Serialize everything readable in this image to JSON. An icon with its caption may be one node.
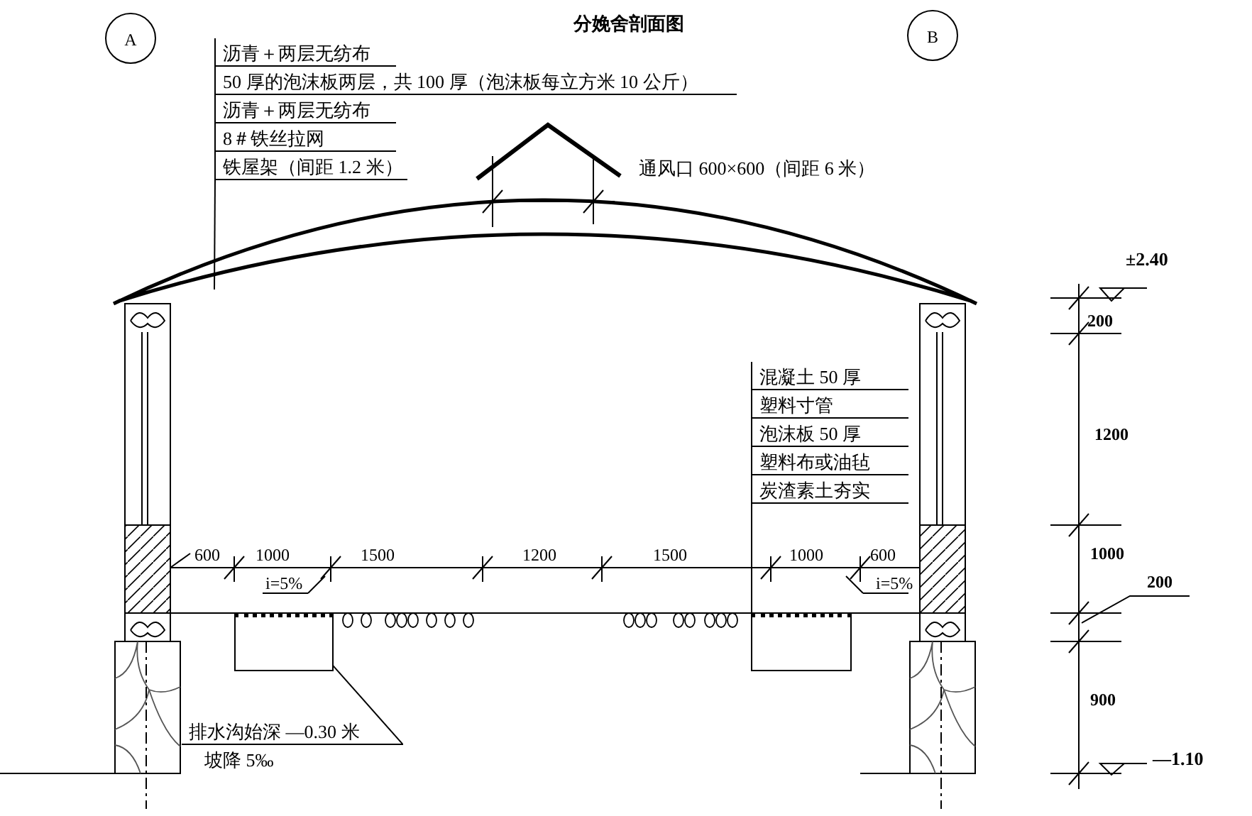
{
  "diagram": {
    "title": "分娩舍剖面图",
    "nodes": [
      {
        "text": [
          "A"
        ]
      },
      {
        "text": [
          "B"
        ]
      },
      {
        "text": [
          "沥青＋两层无纺布",
          "50 厚的泡沫板两层，共 100 厚（泡沫板每立方米 10 公斤）",
          "沥青＋两层无纺布",
          "8＃铁丝拉网",
          "铁屋架（间距 1.2 米）"
        ]
      },
      {
        "text": [
          "混凝土 50 厚",
          "塑料寸管",
          "泡沫板 50 厚",
          "塑料布或油毡",
          "炭渣素土夯实"
        ]
      },
      {
        "text": [
          "排水沟始深 —0.30 米",
          "坡降 5‰"
        ]
      },
      {
        "text": [],
        "shape": "box"
      },
      {
        "text": [],
        "shape": "box"
      }
    ],
    "edges": [
      {
        "from": 4,
        "to": 5,
        "arrow": "none"
      },
      {
        "from": 2,
        "to": null,
        "arrow": "none"
      },
      {
        "from": 3,
        "to": 6,
        "arrow": "none"
      }
    ],
    "labels": [
      "通风口 600×600（间距 6 米）",
      "±2.40",
      "200",
      "1200",
      "600",
      "1000",
      "1500",
      "1200",
      "1500",
      "1000",
      "600",
      "1000",
      "i=5%",
      "i=5%",
      "200",
      "900",
      "—1.10"
    ]
  }
}
